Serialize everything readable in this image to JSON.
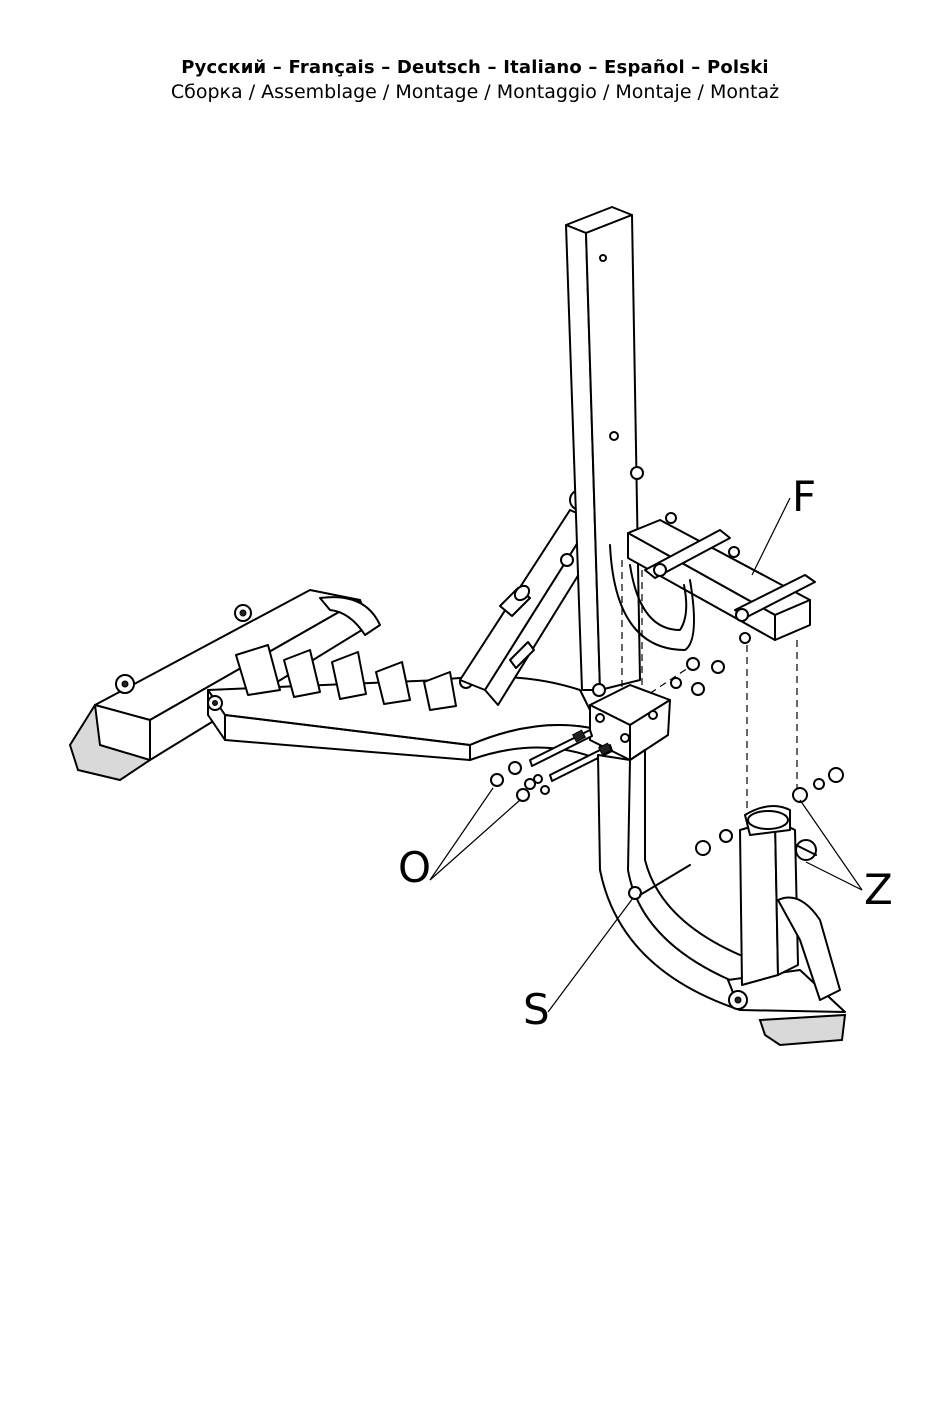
{
  "header": {
    "languages": "Русский – Français – Deutsch – Italiano – Español – Polski",
    "assembly": "Сборка / Assemblage / Montage / Montaggio / Montaje / Montaż"
  },
  "callouts": {
    "F": "F",
    "O": "O",
    "S": "S",
    "Z": "Z"
  }
}
